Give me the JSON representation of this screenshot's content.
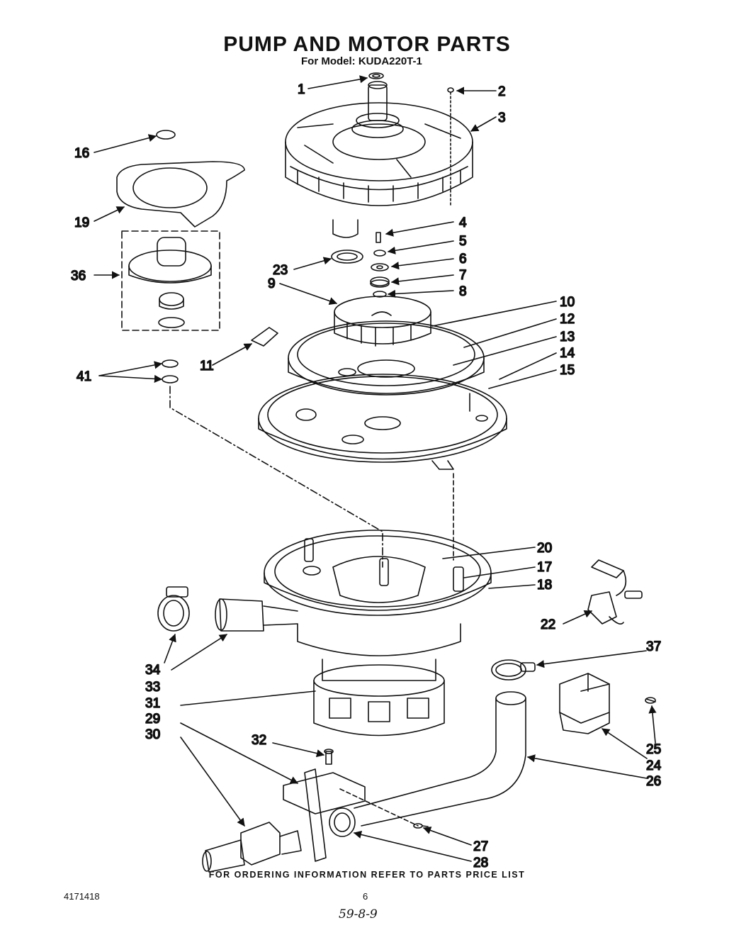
{
  "title": "PUMP AND MOTOR PARTS",
  "subtitle": "For Model: KUDA220T-1",
  "footer_note": "FOR ORDERING INFORMATION REFER TO PARTS PRICE LIST",
  "doc_number": "4171418",
  "page_number": "6",
  "handwritten_note": "59-8-9",
  "callouts": [
    {
      "id": "c1",
      "label": "1"
    },
    {
      "id": "c2",
      "label": "2"
    },
    {
      "id": "c3",
      "label": "3"
    },
    {
      "id": "c4",
      "label": "4"
    },
    {
      "id": "c5",
      "label": "5"
    },
    {
      "id": "c6",
      "label": "6"
    },
    {
      "id": "c7",
      "label": "7"
    },
    {
      "id": "c8",
      "label": "8"
    },
    {
      "id": "c9",
      "label": "9"
    },
    {
      "id": "c10",
      "label": "10"
    },
    {
      "id": "c11",
      "label": "11"
    },
    {
      "id": "c12",
      "label": "12"
    },
    {
      "id": "c13",
      "label": "13"
    },
    {
      "id": "c14",
      "label": "14"
    },
    {
      "id": "c15",
      "label": "15"
    },
    {
      "id": "c16",
      "label": "16"
    },
    {
      "id": "c17",
      "label": "17"
    },
    {
      "id": "c18",
      "label": "18"
    },
    {
      "id": "c19",
      "label": "19"
    },
    {
      "id": "c20",
      "label": "20"
    },
    {
      "id": "c22",
      "label": "22"
    },
    {
      "id": "c23",
      "label": "23"
    },
    {
      "id": "c24",
      "label": "24"
    },
    {
      "id": "c25",
      "label": "25"
    },
    {
      "id": "c26",
      "label": "26"
    },
    {
      "id": "c27",
      "label": "27"
    },
    {
      "id": "c28",
      "label": "28"
    },
    {
      "id": "c29",
      "label": "29"
    },
    {
      "id": "c30",
      "label": "30"
    },
    {
      "id": "c31",
      "label": "31"
    },
    {
      "id": "c32",
      "label": "32"
    },
    {
      "id": "c33",
      "label": "33"
    },
    {
      "id": "c34",
      "label": "34"
    },
    {
      "id": "c36",
      "label": "36"
    },
    {
      "id": "c37",
      "label": "37"
    },
    {
      "id": "c41",
      "label": "41"
    }
  ]
}
